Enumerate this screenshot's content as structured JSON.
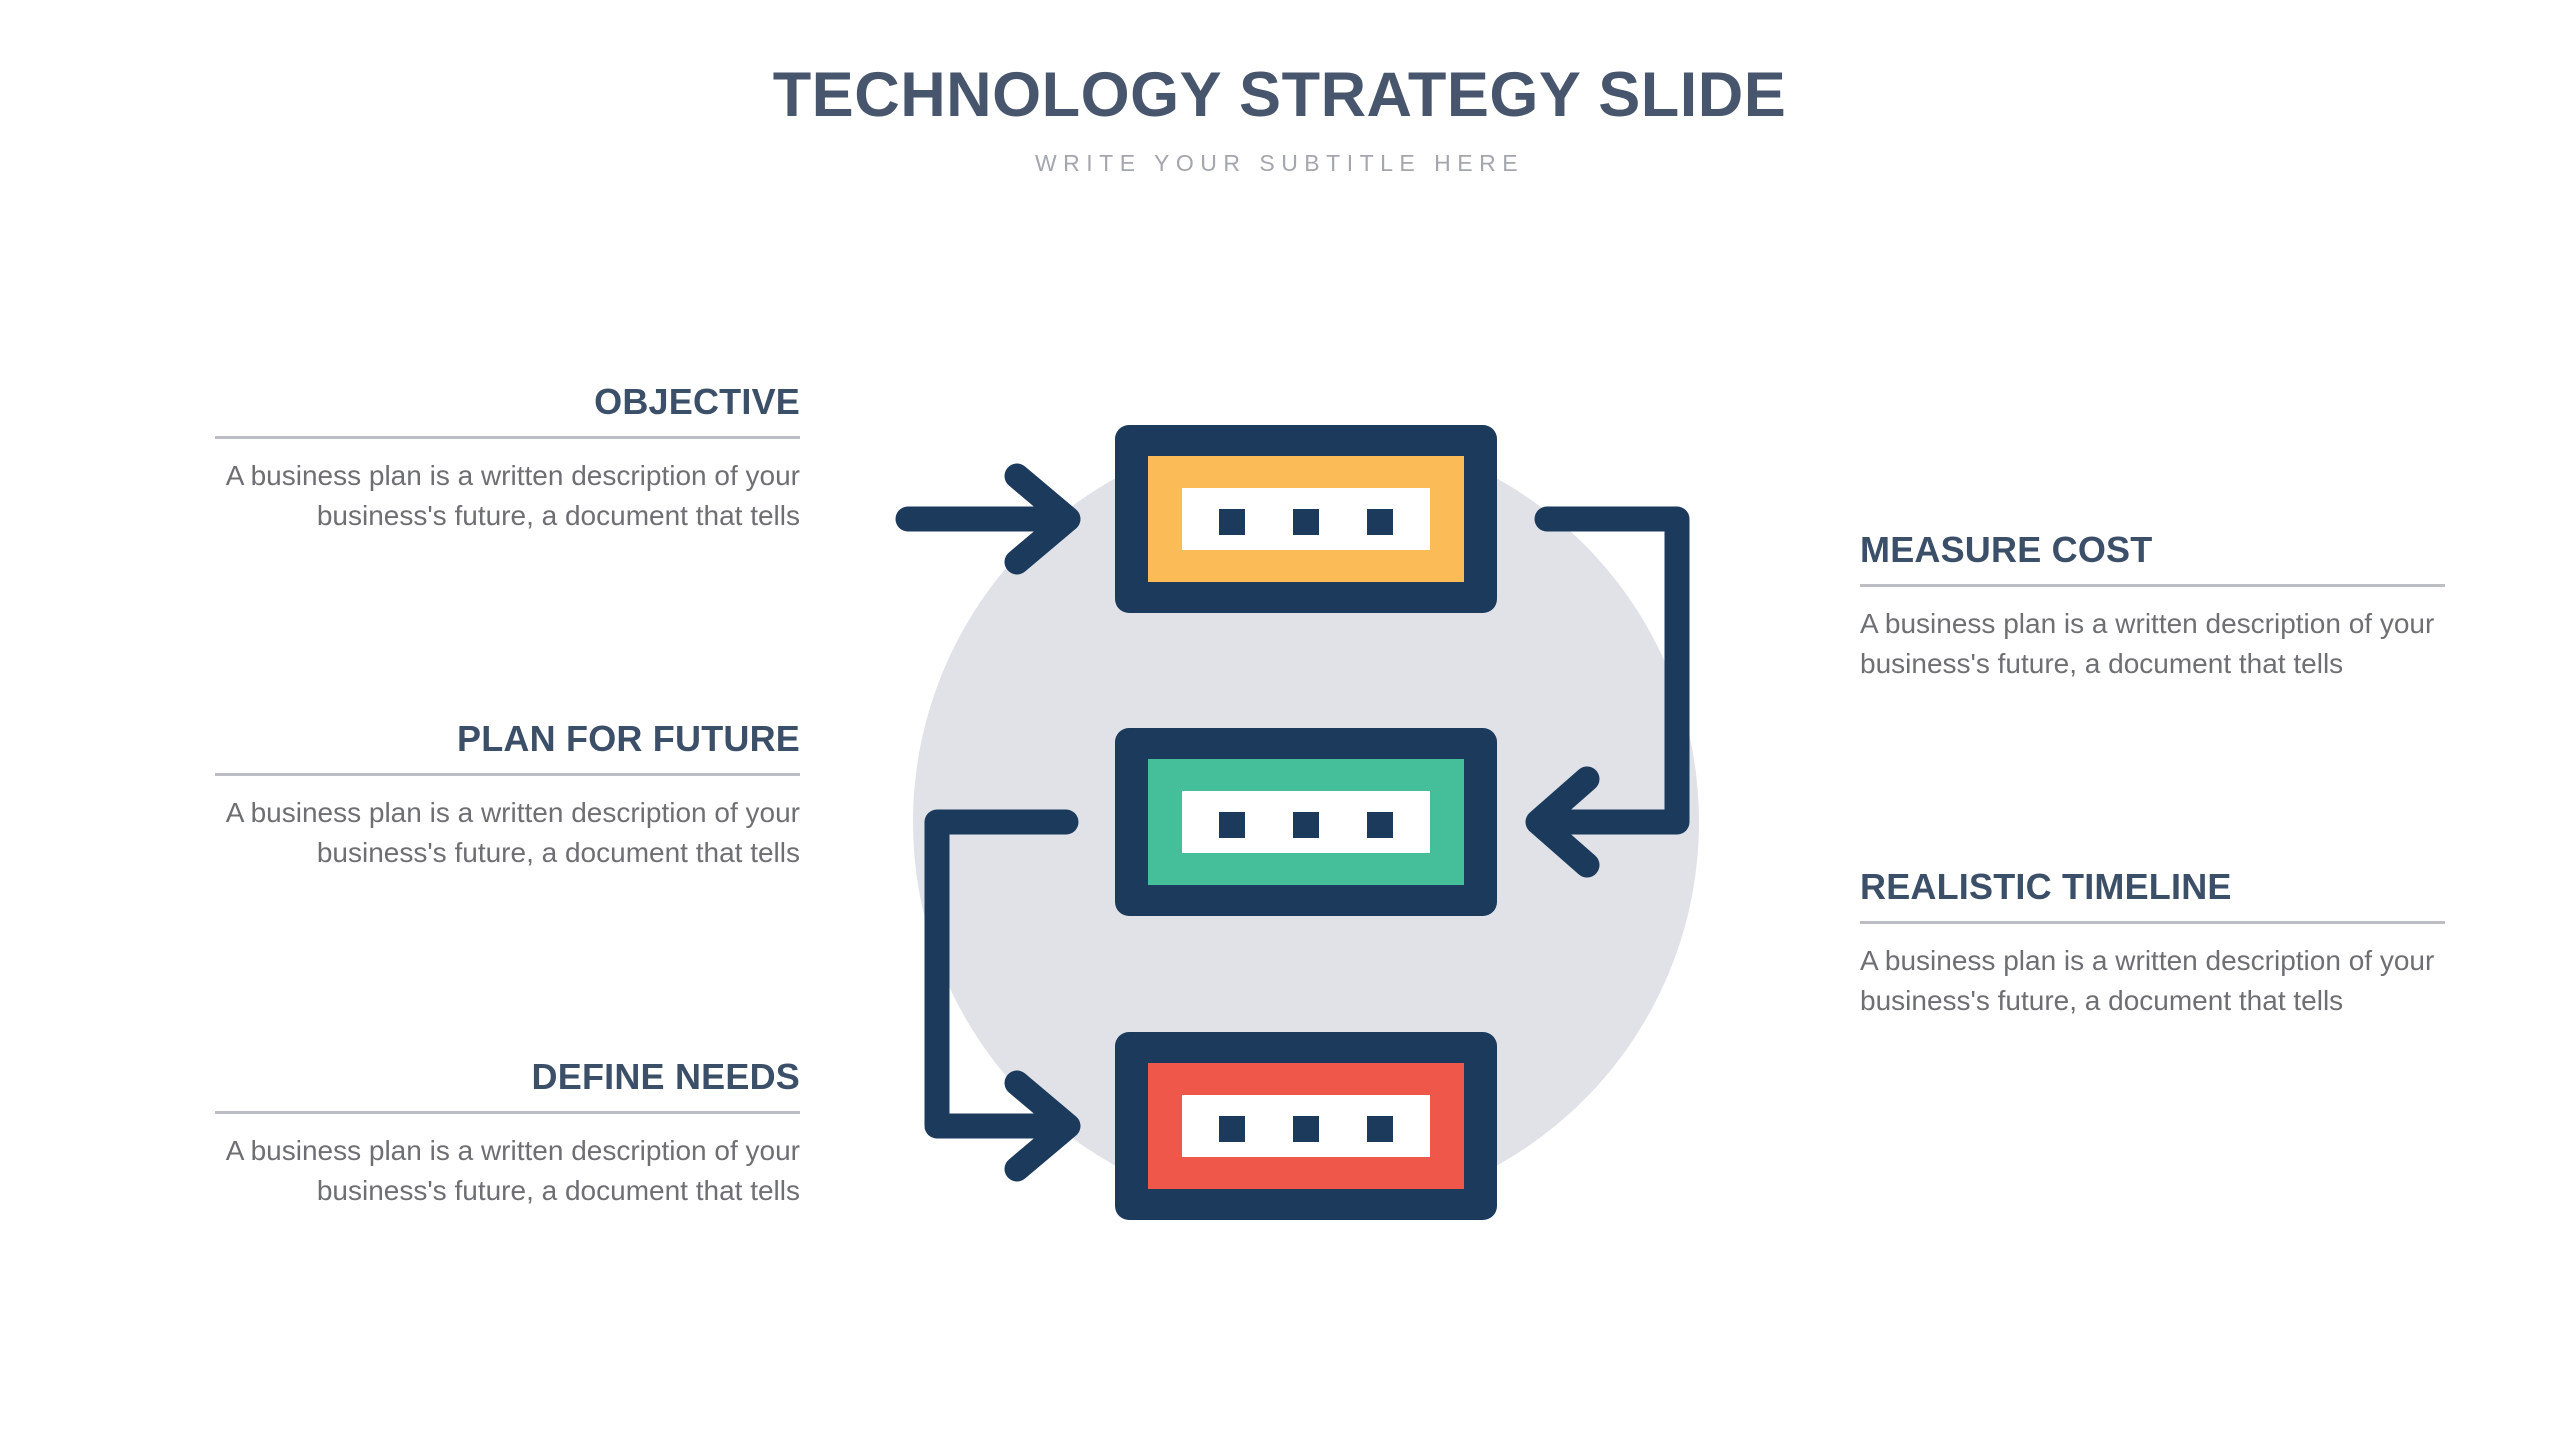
{
  "header": {
    "title": "TECHNOLOGY STRATEGY SLIDE",
    "subtitle": "WRITE YOUR SUBTITLE HERE"
  },
  "colors": {
    "title": "#47566c",
    "subtitle": "#a3a6ad",
    "heading": "#3b4f68",
    "body": "#6d6f73",
    "rule": "#bcbec3",
    "navy": "#1b3a5c",
    "circle_background": "#e1e2e7",
    "box_orange": "#fbbc58",
    "box_green": "#45bf9a",
    "box_red": "#f0574b",
    "box_inner": "#ffffff",
    "page_background": "#ffffff"
  },
  "left_blocks": [
    {
      "heading": "OBJECTIVE",
      "body": "A business plan is a written description of your business's future, a document that tells"
    },
    {
      "heading": "PLAN FOR FUTURE",
      "body": "A business plan is a written description of your business's future, a document that tells"
    },
    {
      "heading": "DEFINE NEEDS",
      "body": "A business plan is a written description of your business's future, a document that tells"
    }
  ],
  "right_blocks": [
    {
      "heading": "MEASURE COST",
      "body": "A business plan is a written description of your business's future, a document that tells"
    },
    {
      "heading": "REALISTIC TIMELINE",
      "body": "A business plan is a written description of your business's future, a document that tells"
    }
  ],
  "diagram": {
    "circle": {
      "label": "background-circle",
      "color": "#e1e2e7"
    },
    "nodes": [
      {
        "name": "orange-process-box",
        "color": "#fbbc58",
        "dots": 3,
        "position": "top"
      },
      {
        "name": "green-process-box",
        "color": "#45bf9a",
        "dots": 3,
        "position": "middle"
      },
      {
        "name": "red-process-box",
        "color": "#f0574b",
        "dots": 3,
        "position": "bottom"
      }
    ],
    "arrows": [
      {
        "name": "arrow-into-orange",
        "direction": "right",
        "from": "outside-left",
        "to": "orange-process-box"
      },
      {
        "name": "arrow-orange-to-green",
        "direction": "left",
        "from": "orange-process-box",
        "to": "green-process-box"
      },
      {
        "name": "arrow-green-to-red",
        "direction": "right",
        "from": "green-process-box",
        "to": "red-process-box"
      }
    ]
  }
}
